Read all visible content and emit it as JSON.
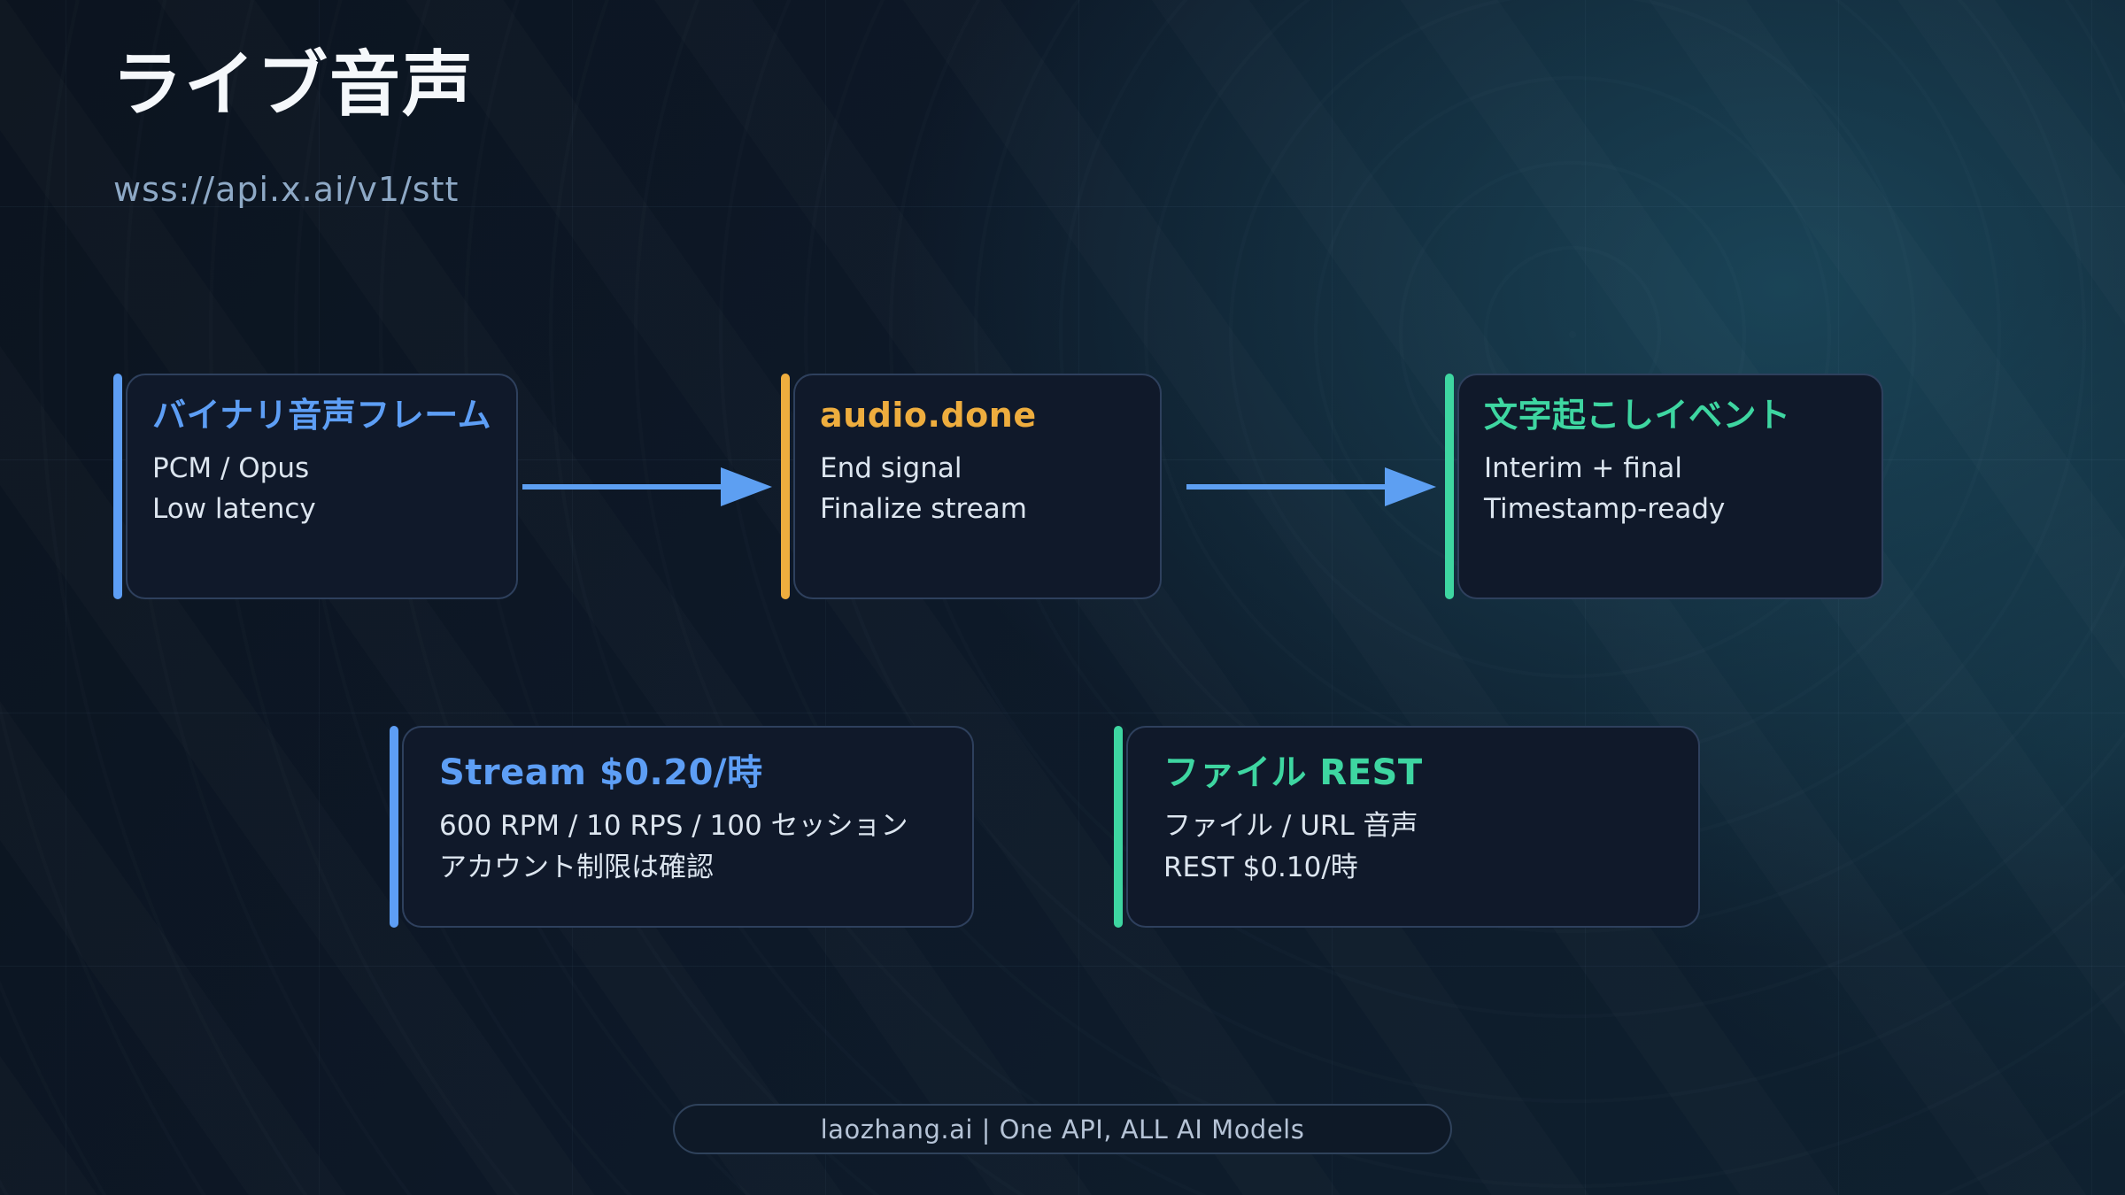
{
  "slide": {
    "title": "ライブ音声",
    "subtitle": "wss://api.x.ai/v1/stt",
    "footer": "laozhang.ai | One API, ALL AI Models"
  },
  "flow_cards": [
    {
      "title": "バイナリ音声フレーム",
      "lines": [
        "PCM / Opus",
        "Low latency"
      ],
      "accent": "#5d9ef5"
    },
    {
      "title": "audio.done",
      "lines": [
        "End signal",
        "Finalize stream"
      ],
      "accent": "#eead3e"
    },
    {
      "title": "文字起こしイベント",
      "lines": [
        "Interim + final",
        "Timestamp-ready"
      ],
      "accent": "#3ed6a1"
    }
  ],
  "detail_cards": [
    {
      "title": "Stream $0.20/時",
      "lines": [
        "600 RPM / 10 RPS / 100 セッション",
        "アカウント制限は確認"
      ],
      "accent": "#5d9ef5"
    },
    {
      "title": "ファイル REST",
      "lines": [
        "ファイル / URL 音声",
        "REST $0.10/時"
      ],
      "accent": "#3ed6a1"
    }
  ],
  "colors": {
    "arrow": "#5d9ff2",
    "title_text": "#f5f8fb",
    "subtitle_text": "#8ea9c6",
    "body_text": "#dce5ef",
    "card_background": "#10192a",
    "card_border": "#3d516f",
    "background_dark": "#0c141f",
    "background_teal": "#1c4052",
    "footer_text": "#b5c3d6"
  }
}
